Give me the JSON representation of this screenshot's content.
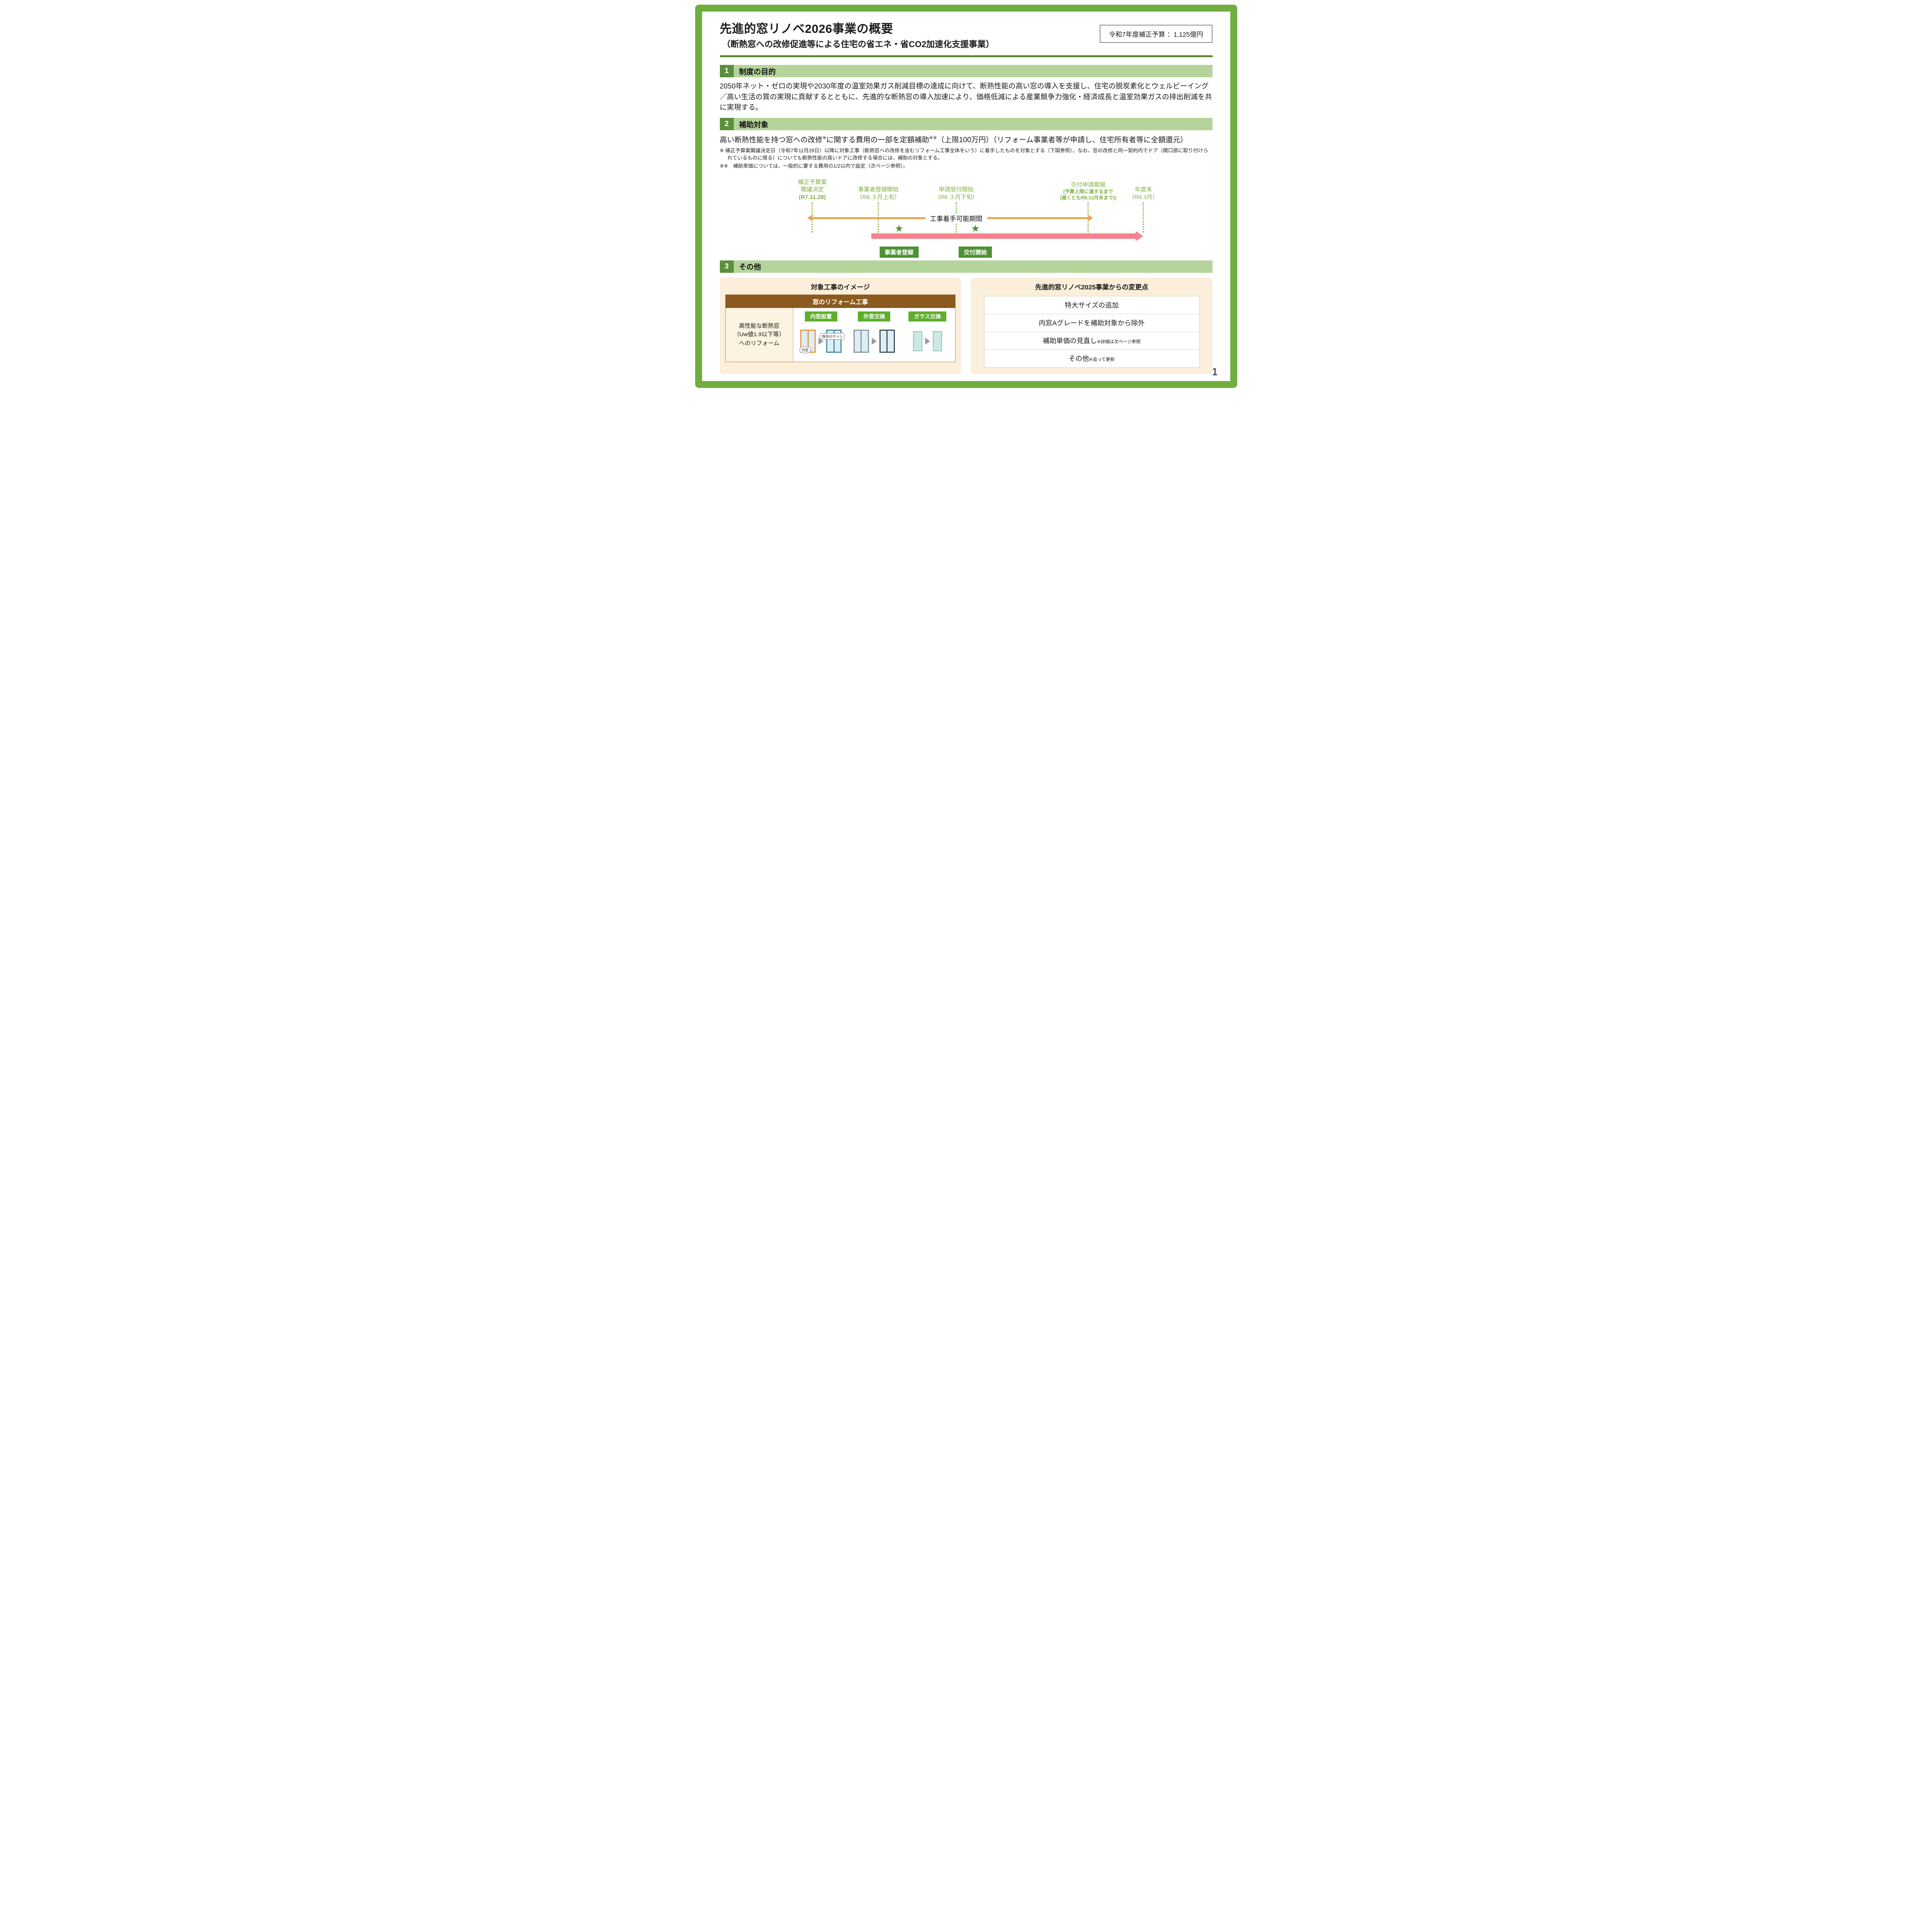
{
  "header": {
    "title": "先進的窓リノベ2026事業の概要",
    "subtitle": "（断熱窓への改修促進等による住宅の省エネ・省CO2加速化支援事業）",
    "budget": "令和7年度補正予算 ：1,125億円"
  },
  "sections": {
    "purpose": {
      "num": "1",
      "title": "制度の目的",
      "body": "2050年ネット・ゼロの実現や2030年度の温室効果ガス削減目標の達成に向けて、断熱性能の高い窓の導入を支援し、住宅の脱炭素化とウェルビーイング／高い生活の質の実現に貢献するとともに、先進的な断熱窓の導入加速により、価格低減による産業競争力強化・経済成長と温室効果ガスの排出削減を共に実現する。"
    },
    "target": {
      "num": "2",
      "title": "補助対象",
      "lead": {
        "p1": "高い断熱性能を持つ窓への改修",
        "sup1": "※",
        "p2": "に関する費用の一部を定額補助",
        "sup2": "※※",
        "p3": "（上限100万円）（リフォーム事業者等が申請し、住宅所有者等に全額還元）"
      },
      "note1": "※ 補正予算案閣議決定日（令和7年11月28日）以降に対象工事（断熱窓への改修を含むリフォーム工事全体をいう）に着手したものを対象とする（下図参照）。なお、窓の改修と同一契約内でドア（開口部に取り付けられているものに限る）についても断熱性能の高いドアに改修する場合には、補助の対象とする。",
      "note2": "※※　補助単価については、一般的に要する費用の1/2以内で設定（次ページ参照）。"
    },
    "other": {
      "num": "3",
      "title": "その他"
    }
  },
  "timeline": {
    "milestones": [
      {
        "l1": "補正予算案",
        "l2": "閣議決定",
        "l3": "(R7.11.28)"
      },
      {
        "l1": "事業者登録開始",
        "l2": "（R8.３月上旬）"
      },
      {
        "l1": "申請受付開始",
        "l2": "（R8.３月下旬）"
      },
      {
        "l1": "交付申請期限",
        "l2": "(予算上限に達するまで",
        "l3": "(遅くともR8.12月末まで))"
      },
      {
        "l1": "年度末",
        "l2": "（R9.3月）"
      }
    ],
    "period_label": "工事着手可能期間",
    "badge1": "事業者登録",
    "badge2": "交付開始"
  },
  "work_panel": {
    "title": "対象工事のイメージ",
    "table_header": "窓のリフォーム工事",
    "side_note": "高性能な断熱窓\n（Uw値1.9以下等）\nへのリフォーム",
    "items": [
      {
        "label": "内窓設置"
      },
      {
        "label": "外窓交換"
      },
      {
        "label": "ガラス交換"
      }
    ],
    "callout1": "内窓",
    "callout2": "既存のサッシ"
  },
  "changes_panel": {
    "title": "先進的窓リノベ2025事業からの変更点",
    "rows": [
      {
        "main": "特大サイズの追加",
        "note": ""
      },
      {
        "main": "内窓Aグレードを補助対象から除外",
        "note": ""
      },
      {
        "main": "補助単価の見直し",
        "note": "※詳細は次ページ参照"
      },
      {
        "main": "その他",
        "note": "※追って更新"
      }
    ]
  },
  "footer": {
    "page_number": "1"
  },
  "colors": {
    "frame_green": "#6fae3f",
    "section_bar_green": "#b5d49a",
    "section_num_green": "#5b8f3c",
    "rule_green": "#59892e",
    "timeline_green": "#7fb040",
    "badge_green": "#4d9233",
    "arrow_orange": "#f0a351",
    "arrow_pink": "#f5838e",
    "table_brown": "#8a5a1e",
    "panel_cream": "#fbeeda",
    "item_label_green": "#5fae2c"
  }
}
